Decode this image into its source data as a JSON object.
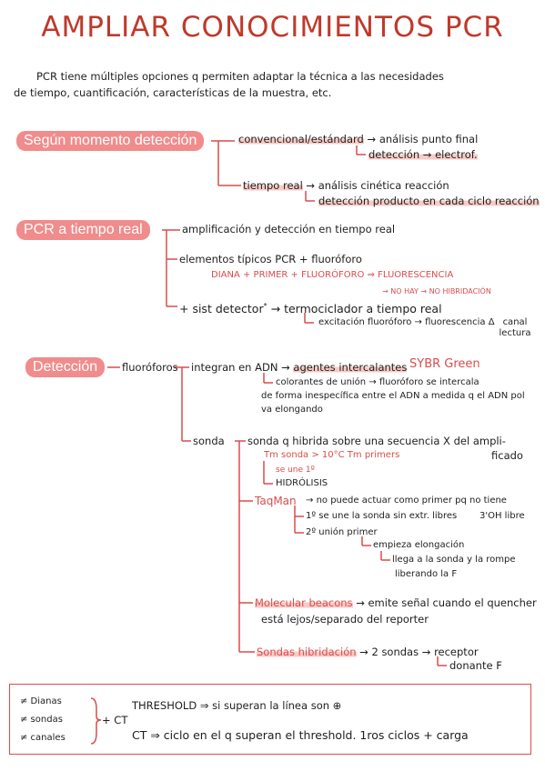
{
  "title": "AMPLIAR CONOCIMIENTOS PCR",
  "intro": {
    "line1": "PCR tiene múltiples opciones q permiten adaptar la técnica a las necesidades",
    "line2": "de tiempo, cuantificación, características de la muestra, etc."
  },
  "momento": {
    "heading": "Según momento detección",
    "conv": "convencional/estándard",
    "conv_a": "análisis punto final",
    "conv_b": "detección → electrof.",
    "real": "tiempo real",
    "real_a": "análisis cinética reacción",
    "real_b": "detección producto en cada ciclo reacción"
  },
  "tiempo_real": {
    "heading": "PCR a tiempo real",
    "l1": "amplificación y detección en tiempo real",
    "l2": "elementos típicos PCR + fluoróforo",
    "diana": "DIANA + PRIMER + FLUORÓFORO ⇒ FLUORESCENCIA",
    "no_hay": "NO HAY → NO HIBRIDACIÓN",
    "sist": "+ sist detector",
    "ast": "*",
    "termo": "termociclador a tiempo real",
    "exc": "excitación fluoróforo → fluorescencia",
    "canal": "canal lectura",
    "delta": "Δ"
  },
  "deteccion": {
    "heading": "Detección",
    "fluoro": "fluoróforos",
    "integran": "integran en ADN",
    "agentes": "agentes intercalantes",
    "sybr": "SYBR Green",
    "color1": "colorantes de unión → fluoróforo se intercala",
    "color2": "de forma inespecífica entre el ADN a medida q el ADN pol",
    "color3": "va elongando",
    "sonda": "sonda",
    "sonda_def1": "sonda q hibrida sobre una secuencia X del ampli-",
    "sonda_def2": "ficado",
    "tm": "Tm sonda > 10°C Tm primers",
    "se_une": "se une 1º",
    "hidrolisis": "HIDRÓLISIS",
    "taqman": "TaqMan",
    "taq1": "no puede actuar como primer pq no tiene",
    "taq_oh": "3'OH libre",
    "taq2": "1º se une la sonda sin extr. libres",
    "taq3": "2º unión primer",
    "taq4": "empieza elongación",
    "taq5": "llega a la sonda y la rompe",
    "taq6": "liberando la F",
    "molec": "Molecular beacons",
    "molec1": "emite señal cuando el quencher",
    "molec2": "está lejos/separado del reporter",
    "sondas_hib": "Sondas hibridación",
    "dos_sondas": "2 sondas",
    "receptor": "receptor",
    "donante": "donante F"
  },
  "box": {
    "l1": "≠ Dianas",
    "l2": "≠ sondas",
    "l3": "≠ canales",
    "ct_tag": "+ CT",
    "threshold": "THRESHOLD ⇒ si superan la línea son ⊕",
    "ct": "CT ⇒ ciclo en el q superan el threshold. 1ros ciclos + carga"
  }
}
